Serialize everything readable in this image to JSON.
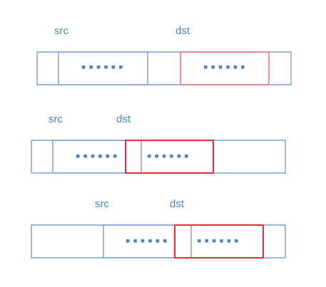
{
  "colors": {
    "blue_border": "#5b8fc9",
    "blue_text": "#4a86c5",
    "dots": "#4f81bd",
    "red_border": "#e0303a",
    "red_border_light": "#e8626a"
  },
  "rows": [
    {
      "src_label": "src",
      "dst_label": "dst",
      "src_dots": "......",
      "dst_dots": "......"
    },
    {
      "src_label": "src",
      "dst_label": "dst",
      "src_dots": "......",
      "dst_dots": "......"
    },
    {
      "src_label": "src",
      "dst_label": "dst",
      "src_dots": "......",
      "dst_dots": "......"
    }
  ]
}
